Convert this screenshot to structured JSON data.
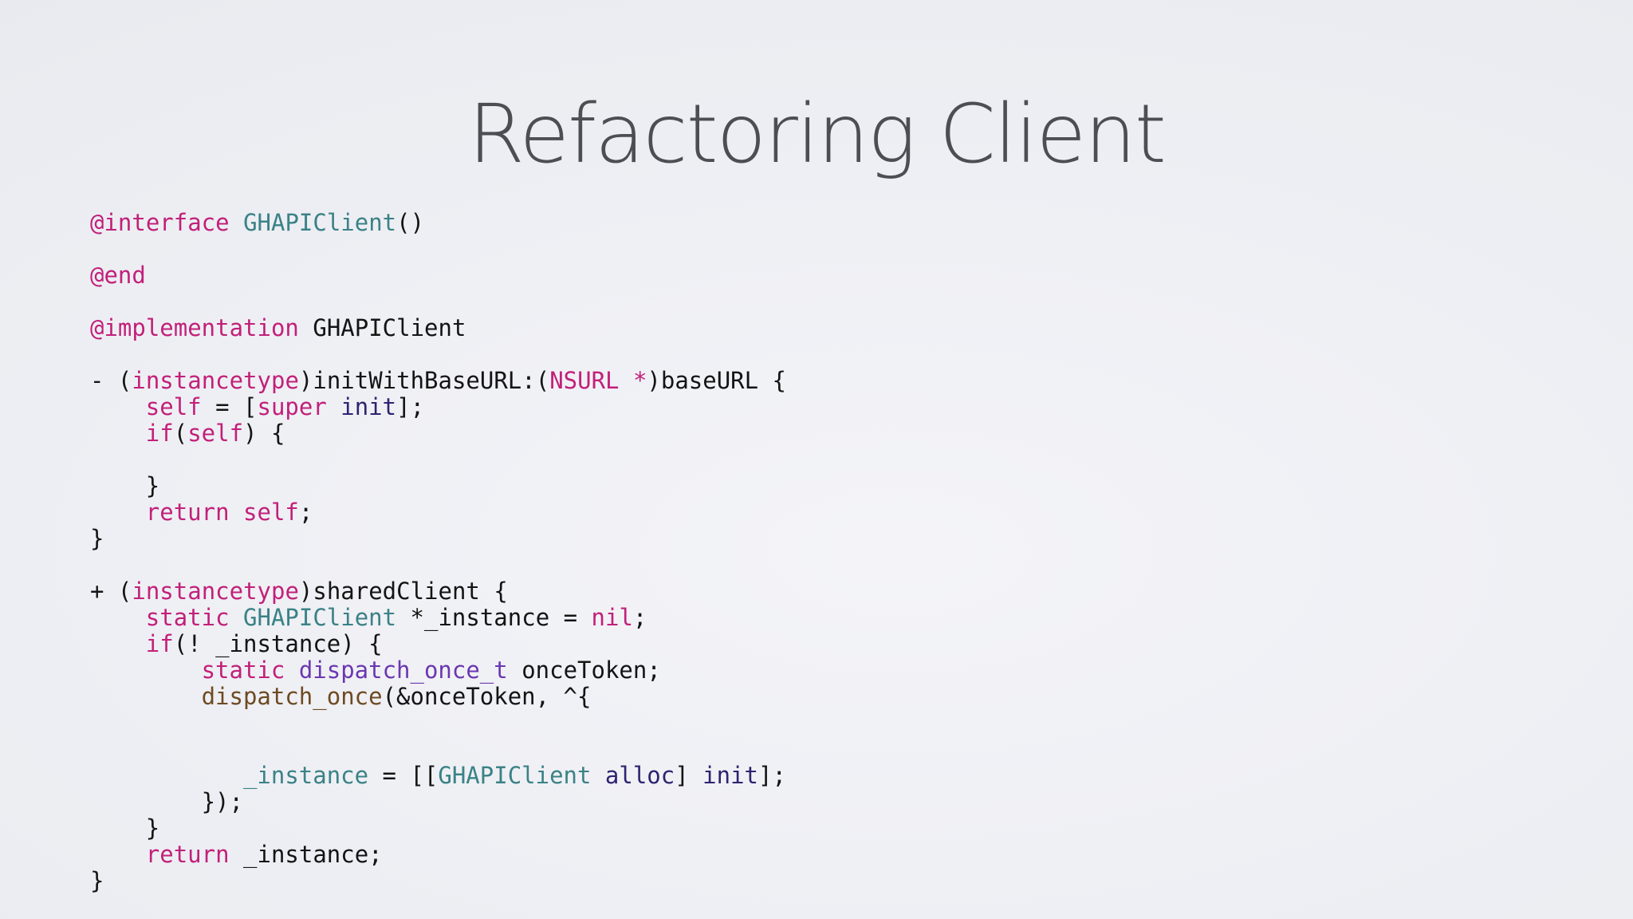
{
  "slide": {
    "title": "Refactoring Client"
  },
  "code_block": {
    "language": "objective-c",
    "lines": [
      {
        "indent": 0,
        "tokens": [
          [
            "keyword",
            "@interface"
          ],
          [
            "plain",
            " "
          ],
          [
            "class",
            "GHAPIClient"
          ],
          [
            "plain",
            "()"
          ]
        ]
      },
      {
        "indent": 0,
        "tokens": []
      },
      {
        "indent": 0,
        "tokens": [
          [
            "keyword",
            "@end"
          ]
        ]
      },
      {
        "indent": 0,
        "tokens": []
      },
      {
        "indent": 0,
        "tokens": [
          [
            "keyword",
            "@implementation"
          ],
          [
            "plain",
            " GHAPIClient"
          ]
        ]
      },
      {
        "indent": 0,
        "tokens": []
      },
      {
        "indent": 0,
        "tokens": [
          [
            "plain",
            "- ("
          ],
          [
            "keyword",
            "instancetype"
          ],
          [
            "plain",
            ")initWithBaseURL:("
          ],
          [
            "keyword",
            "NSURL *"
          ],
          [
            "plain",
            ")baseURL {"
          ]
        ]
      },
      {
        "indent": 4,
        "tokens": [
          [
            "keyword",
            "self"
          ],
          [
            "plain",
            " = ["
          ],
          [
            "keyword",
            "super"
          ],
          [
            "plain",
            " "
          ],
          [
            "method",
            "init"
          ],
          [
            "plain",
            "];"
          ]
        ]
      },
      {
        "indent": 4,
        "tokens": [
          [
            "keyword",
            "if"
          ],
          [
            "plain",
            "("
          ],
          [
            "keyword",
            "self"
          ],
          [
            "plain",
            ") {"
          ]
        ]
      },
      {
        "indent": 0,
        "tokens": []
      },
      {
        "indent": 4,
        "tokens": [
          [
            "plain",
            "}"
          ]
        ]
      },
      {
        "indent": 4,
        "tokens": [
          [
            "keyword",
            "return"
          ],
          [
            "plain",
            " "
          ],
          [
            "keyword",
            "self"
          ],
          [
            "plain",
            ";"
          ]
        ]
      },
      {
        "indent": 0,
        "tokens": [
          [
            "plain",
            "}"
          ]
        ]
      },
      {
        "indent": 0,
        "tokens": []
      },
      {
        "indent": 0,
        "tokens": [
          [
            "plain",
            "+ ("
          ],
          [
            "keyword",
            "instancetype"
          ],
          [
            "plain",
            ")sharedClient {"
          ]
        ]
      },
      {
        "indent": 4,
        "tokens": [
          [
            "keyword",
            "static"
          ],
          [
            "plain",
            " "
          ],
          [
            "class",
            "GHAPIClient"
          ],
          [
            "plain",
            " *_instance = "
          ],
          [
            "keyword",
            "nil"
          ],
          [
            "plain",
            ";"
          ]
        ]
      },
      {
        "indent": 4,
        "tokens": [
          [
            "keyword",
            "if"
          ],
          [
            "plain",
            "(! _instance) {"
          ]
        ]
      },
      {
        "indent": 8,
        "tokens": [
          [
            "keyword",
            "static"
          ],
          [
            "plain",
            " "
          ],
          [
            "type",
            "dispatch_once_t"
          ],
          [
            "plain",
            " onceToken;"
          ]
        ]
      },
      {
        "indent": 8,
        "tokens": [
          [
            "func",
            "dispatch_once"
          ],
          [
            "plain",
            "(&onceToken, ^{"
          ]
        ]
      },
      {
        "indent": 0,
        "tokens": []
      },
      {
        "indent": 0,
        "tokens": []
      },
      {
        "indent": 11,
        "tokens": [
          [
            "class",
            "_instance"
          ],
          [
            "plain",
            " = [["
          ],
          [
            "class",
            "GHAPIClient"
          ],
          [
            "plain",
            " "
          ],
          [
            "method",
            "alloc"
          ],
          [
            "plain",
            "] "
          ],
          [
            "method",
            "init"
          ],
          [
            "plain",
            "];"
          ]
        ]
      },
      {
        "indent": 8,
        "tokens": [
          [
            "plain",
            "});"
          ]
        ]
      },
      {
        "indent": 4,
        "tokens": [
          [
            "plain",
            "}"
          ]
        ]
      },
      {
        "indent": 4,
        "tokens": [
          [
            "keyword",
            "return"
          ],
          [
            "plain",
            " _instance;"
          ]
        ]
      },
      {
        "indent": 0,
        "tokens": [
          [
            "plain",
            "}"
          ]
        ]
      }
    ]
  },
  "colors": {
    "keyword": "#c2207a",
    "class": "#3a8286",
    "type": "#6b37b0",
    "method": "#2f2370",
    "func": "#6e4a22",
    "plain": "#141414",
    "title": "#4d4e53"
  }
}
